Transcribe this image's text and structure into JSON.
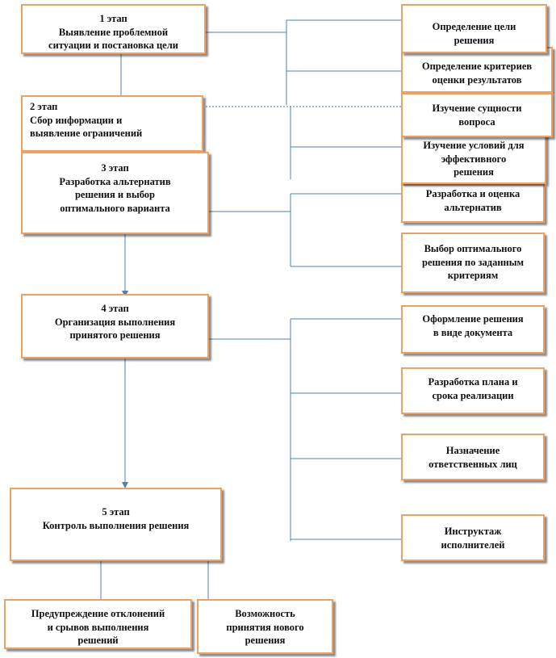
{
  "stages": [
    {
      "lines": [
        "1 этап",
        "Выявление проблемной",
        "ситуации и постановка цели"
      ]
    },
    {
      "lines": [
        "2 этап",
        "Сбор информации и",
        "выявление ограничений"
      ]
    },
    {
      "lines": [
        "3 этап",
        "Разработка альтернатив",
        "решения и выбор",
        "оптимального варианта"
      ]
    },
    {
      "lines": [
        "4 этап",
        "Организация выполнения",
        "принятого решения"
      ]
    },
    {
      "lines": [
        "5 этап",
        "Контроль выполнения решения"
      ]
    }
  ],
  "right_boxes": [
    {
      "lines": [
        "Определение цели",
        "решения"
      ]
    },
    {
      "lines": [
        "Определение критериев",
        "оценки результатов"
      ]
    },
    {
      "lines": [
        "Изучение сущности",
        "вопроса"
      ]
    },
    {
      "lines": [
        "Изучение условий для",
        "эффективного",
        "решения"
      ]
    },
    {
      "lines": [
        "Разработка и оценка",
        "альтернатив"
      ]
    },
    {
      "lines": [
        "Выбор оптимального",
        "решения по заданным",
        "критериям"
      ]
    },
    {
      "lines": [
        "Оформление решения",
        "в виде документа"
      ]
    },
    {
      "lines": [
        "Разработка плана и",
        "срока реализации"
      ]
    },
    {
      "lines": [
        "Назначение",
        "ответственных лиц"
      ]
    },
    {
      "lines": [
        "Инструктаж",
        "исполнителей"
      ]
    }
  ],
  "bottom_boxes": [
    {
      "lines": [
        "Предупреждение отклонений",
        "и срывов выполнения",
        "решений"
      ]
    },
    {
      "lines": [
        "Возможность",
        "принятия нового",
        "решения"
      ]
    }
  ],
  "colors": {
    "box_border": "#f0a060",
    "connector": "#4a7fbf"
  }
}
